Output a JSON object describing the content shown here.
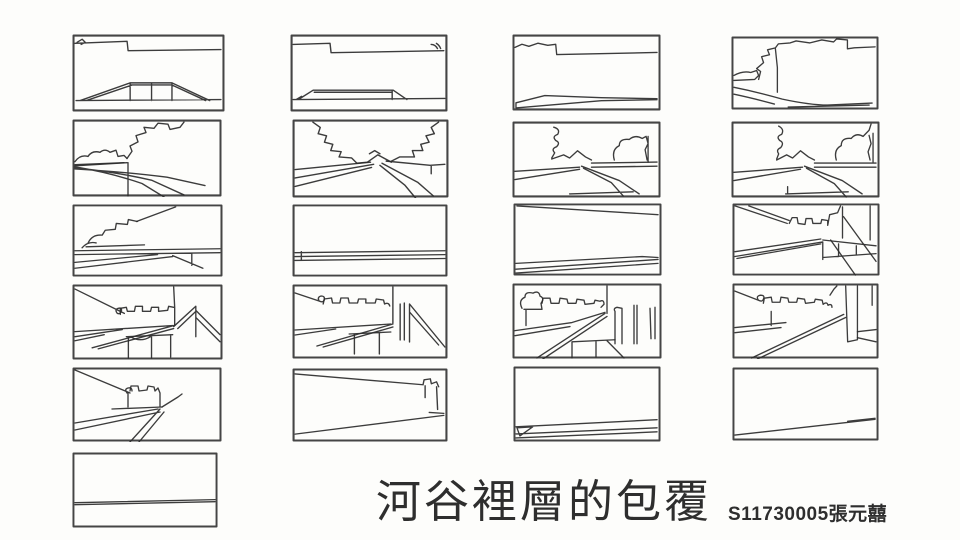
{
  "title": {
    "text": "河谷裡層的包覆"
  },
  "credit": {
    "text": "S11730005張元囍",
    "student_id": "S11730005",
    "student_name": "張元囍"
  },
  "colors": {
    "background": "#fdfdfb",
    "ink": "#2b2b2b",
    "text": "#2e2e2e"
  },
  "frames": [
    {
      "id": "r1-c1",
      "row": 1,
      "col": 1,
      "description": "skyline with trapezoid bridge embankment elevation"
    },
    {
      "id": "r1-c2",
      "row": 1,
      "col": 2,
      "description": "skyline with low flat bridge deck elevation"
    },
    {
      "id": "r1-c3",
      "row": 1,
      "col": 3,
      "description": "stepped skyline with road edge wedge"
    },
    {
      "id": "r1-c4",
      "row": 1,
      "col": 4,
      "description": "large tree mass over curving road"
    },
    {
      "id": "r2-c1",
      "row": 2,
      "col": 1,
      "description": "roadside shrubs with road lines fanning from left"
    },
    {
      "id": "r2-c2",
      "row": 2,
      "col": 2,
      "description": "valley road between two tree banks, central vanishing point"
    },
    {
      "id": "r2-c3",
      "row": 2,
      "col": 3,
      "description": "valley road with wispy tree edge and right bush"
    },
    {
      "id": "r2-c4",
      "row": 2,
      "col": 4,
      "description": "valley road with wispy tree edge and right bush variant"
    },
    {
      "id": "r3-c1",
      "row": 3,
      "col": 1,
      "description": "shrub cluster above horizontal rail band with diagonals"
    },
    {
      "id": "r3-c2",
      "row": 3,
      "col": 2,
      "description": "empty sky over horizontal river band"
    },
    {
      "id": "r3-c3",
      "row": 3,
      "col": 3,
      "description": "single top diagonal and sloping bank lines"
    },
    {
      "id": "r3-c4",
      "row": 3,
      "col": 4,
      "description": "bridge deck with hedge, pylon and crossing diagonals"
    },
    {
      "id": "r4-c1",
      "row": 4,
      "col": 1,
      "description": "crenellated hedge with bridge deck and right truss triangle"
    },
    {
      "id": "r4-c2",
      "row": 4,
      "col": 2,
      "description": "crenellated hedge with deck ramp and right pylons"
    },
    {
      "id": "r4-c3",
      "row": 4,
      "col": 3,
      "description": "hedge band with three bridge piers at right"
    },
    {
      "id": "r4-c4",
      "row": 4,
      "col": 4,
      "description": "hedge band with one large pier and long ramp"
    },
    {
      "id": "r5-c1",
      "row": 5,
      "col": 1,
      "description": "embankment diagonal meeting small hedge block"
    },
    {
      "id": "r5-c2",
      "row": 5,
      "col": 2,
      "description": "long embankment line to small shrub at right"
    },
    {
      "id": "r5-c3",
      "row": 5,
      "col": 3,
      "description": "shoreline lines with small wedge at left"
    },
    {
      "id": "r5-c4",
      "row": 5,
      "col": 4,
      "description": "single gentle shoreline diagonal"
    },
    {
      "id": "r6-c1",
      "row": 6,
      "col": 1,
      "description": "empty frame with single horizon line"
    }
  ]
}
